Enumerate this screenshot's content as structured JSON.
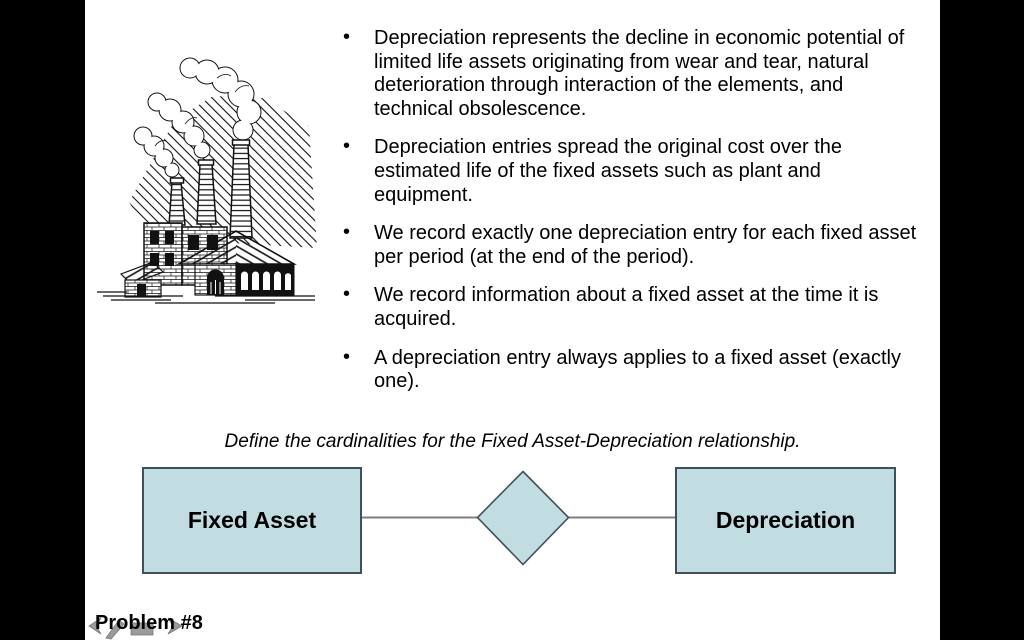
{
  "slide": {
    "bullets": [
      "Depreciation represents the decline in economic potential of limited life assets originating from wear and tear, natural deterioration through interaction of the elements, and technical obsolescence.",
      "Depreciation entries spread the original cost over the estimated life of the fixed assets such as plant and equipment.",
      "We record exactly one depreciation entry for each fixed asset per period (at the end of the period).",
      "We record information about a fixed asset at the time it is acquired.",
      "A depreciation entry always applies to a fixed asset (exactly one)."
    ],
    "instruction": "Define the cardinalities for the Fixed Asset-Depreciation relationship.",
    "footer": "Problem #8",
    "illustration": "factory-woodcut",
    "diagram": {
      "entities": [
        {
          "label": "Fixed Asset"
        },
        {
          "label": "Depreciation"
        }
      ],
      "relationship": {
        "shape": "diamond",
        "label": ""
      }
    },
    "nav_icons": [
      "previous-slide-arrow",
      "pen-tool",
      "slide-menu",
      "next-slide-arrow"
    ],
    "colors": {
      "entity_fill": "#c1dde2",
      "entity_border": "#40505a",
      "connector": "#7f7f7f",
      "background": "#ffffff"
    }
  }
}
